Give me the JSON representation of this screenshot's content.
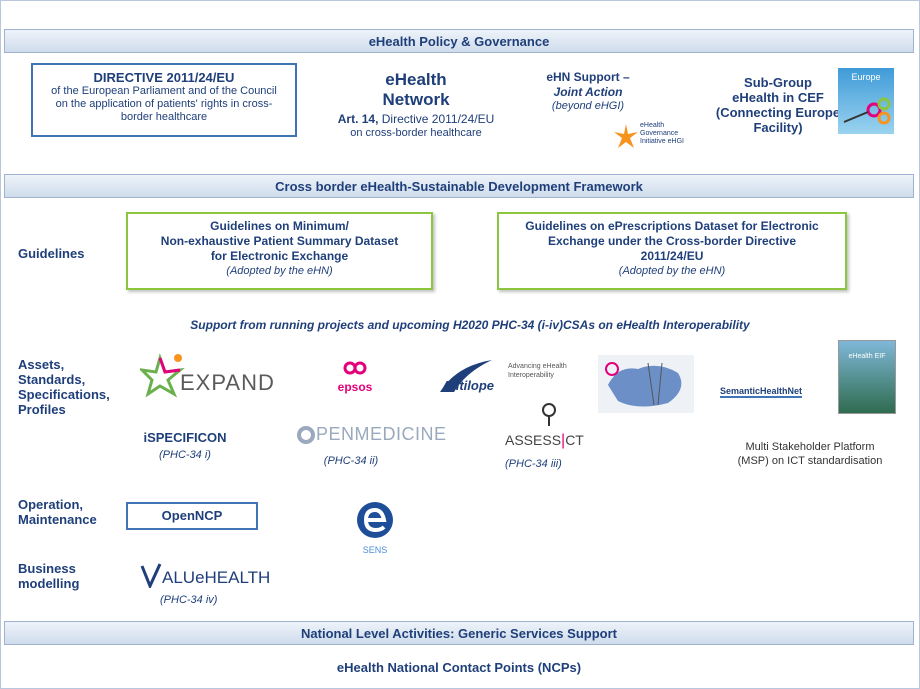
{
  "bands": {
    "policy": "eHealth Policy & Governance",
    "framework": "Cross border eHealth-Sustainable Development Framework",
    "national": "National Level Activities: Generic Services Support"
  },
  "directive": {
    "title": "DIRECTIVE 2011/24/EU",
    "text": "of the European Parliament and of the Council on the application of patients' rights in cross-border healthcare"
  },
  "network": {
    "title_line1": "eHealth",
    "title_line2": "Network",
    "art": "Art. 14,",
    "art_rest": " Directive 2011/24/EU",
    "sub": "on cross-border healthcare"
  },
  "ehn_support": {
    "line1": "eHN Support –",
    "line2": "Joint Action",
    "line3": "(beyond eHGI)",
    "ehgi_logo": "eHealth Governance Initiative eHGI"
  },
  "subgroup": {
    "line1": "Sub-Group",
    "line2": "eHealth in CEF",
    "line3": "(Connecting Europe",
    "line4": "Facility)",
    "badge": "Europe"
  },
  "sections": {
    "guidelines": "Guidelines",
    "assets_line1": "Assets,",
    "assets_line2": "Standards,",
    "assets_line3": "Specifications,",
    "assets_line4": "Profiles",
    "operation_line1": "Operation,",
    "operation_line2": "Maintenance",
    "business_line1": "Business",
    "business_line2": "modelling"
  },
  "guideline1": {
    "line1": "Guidelines on Minimum/",
    "line2": "Non-exhaustive Patient Summary Dataset",
    "line3": "for Electronic Exchange",
    "adopted": "(Adopted by the eHN)"
  },
  "guideline2": {
    "line1": "Guidelines on ePrescriptions Dataset for Electronic",
    "line2": "Exchange under the Cross-border Directive",
    "line3": "2011/24/EU",
    "adopted": "(Adopted by the eHN)"
  },
  "support_line": "Support from running projects and upcoming H2020 PHC-34 (i-iv)CSAs on eHealth Interoperability",
  "projects": {
    "expand": "EXPAND",
    "epsos": "epsos",
    "antilope": "Antilope",
    "antilope_tag": "Advancing eHealth Interoperability",
    "semantic": "SemanticHealthNet",
    "cef_book": "eHealth EIF",
    "ispecificon": "iSPECIFICON",
    "ispecificon_phc": "(PHC-34 i)",
    "openmedicine": "PENMEDICINE",
    "openmedicine_phc": "(PHC-34 ii)",
    "assess": "ASSESS",
    "assess_ct": "CT",
    "assess_phc": "(PHC-34 iii)",
    "msp_line1": "Multi Stakeholder Platform",
    "msp_line2": "(MSP) on ICT standardisation",
    "openncp": "OpenNCP",
    "sens": "SENS",
    "value": "ALUeHEALTH",
    "value_phc": "(PHC-34 iv)"
  },
  "ncp": "eHealth National Contact Points (NCPs)",
  "colors": {
    "navy": "#1f3f7a",
    "blue_border": "#3f74b6",
    "green_border": "#8cc63f",
    "band_bg": "#dbe5f1"
  }
}
